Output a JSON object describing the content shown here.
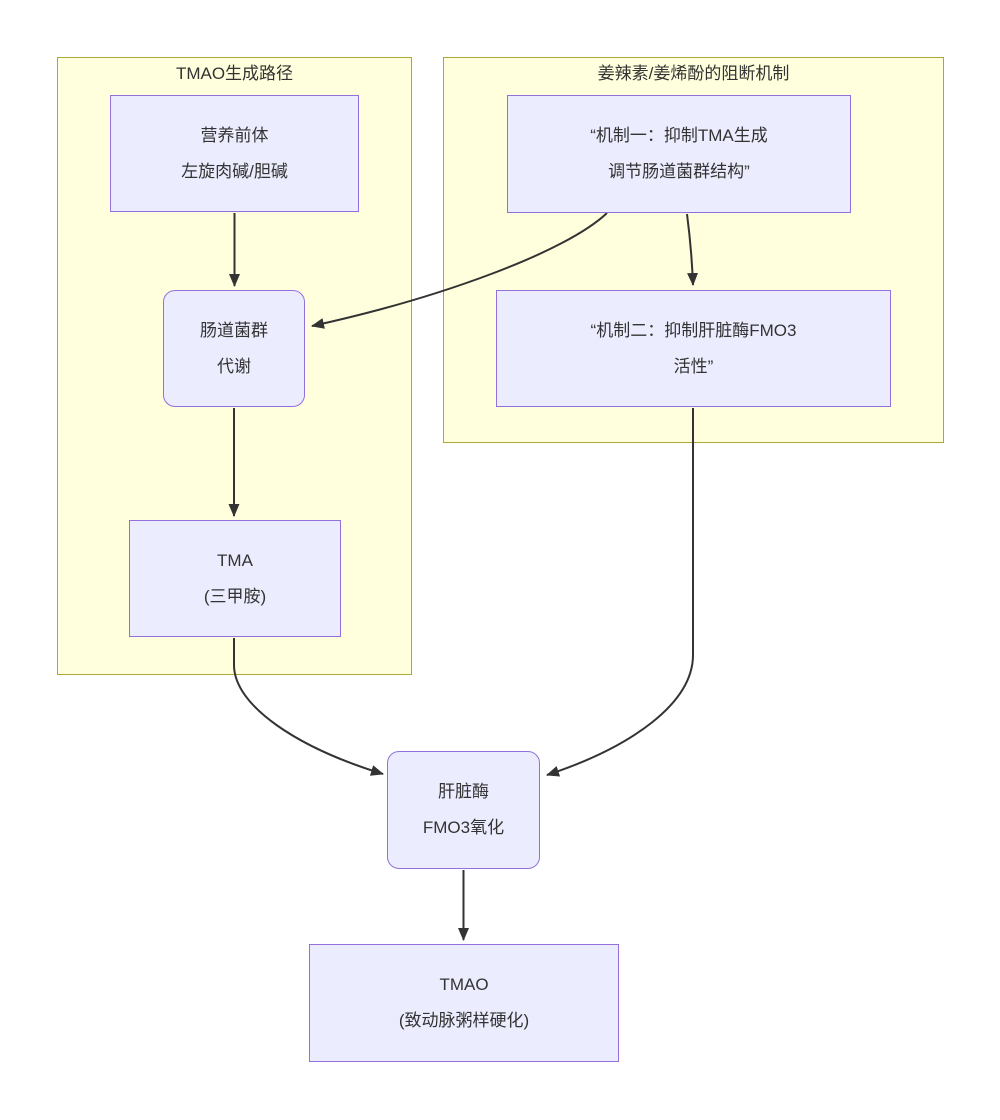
{
  "diagram": {
    "type": "flowchart",
    "colors": {
      "node_fill": "#ECECFF",
      "node_border": "#9370DB",
      "cluster_fill": "#FFFFDE",
      "cluster_border": "#AAAA33",
      "edge": "#333333",
      "text": "#333333",
      "background": "#FFFFFF"
    },
    "clusters": [
      {
        "id": "tmao-pathway",
        "title": "TMAO生成路径"
      },
      {
        "id": "ginger-blocking",
        "title": "姜辣素/姜烯酚的阻断机制"
      }
    ],
    "nodes": {
      "precursor": {
        "text": "营养前体\n左旋肉碱/胆碱",
        "shape": "rect",
        "cluster": "tmao-pathway"
      },
      "mechanism1": {
        "text": "“机制一：抑制TMA生成\n调节肠道菌群结构”",
        "shape": "rect",
        "cluster": "ginger-blocking"
      },
      "gut": {
        "text": "肠道菌群\n代谢",
        "shape": "rounded",
        "cluster": "tmao-pathway"
      },
      "mechanism2": {
        "text": "“机制二：抑制肝脏酶FMO3\n活性”",
        "shape": "rect",
        "cluster": "ginger-blocking"
      },
      "tma": {
        "text": "TMA\n(三甲胺)",
        "shape": "rect",
        "cluster": "tmao-pathway"
      },
      "fmo3": {
        "text": "肝脏酶\nFMO3氧化",
        "shape": "rounded",
        "cluster": null
      },
      "tmao": {
        "text": "TMAO\n(致动脉粥样硬化)",
        "shape": "rect",
        "cluster": null
      }
    },
    "edges": [
      {
        "from": "precursor",
        "to": "gut"
      },
      {
        "from": "gut",
        "to": "tma"
      },
      {
        "from": "mechanism1",
        "to": "gut"
      },
      {
        "from": "mechanism1",
        "to": "mechanism2"
      },
      {
        "from": "tma",
        "to": "fmo3"
      },
      {
        "from": "mechanism2",
        "to": "fmo3"
      },
      {
        "from": "fmo3",
        "to": "tmao"
      }
    ]
  }
}
